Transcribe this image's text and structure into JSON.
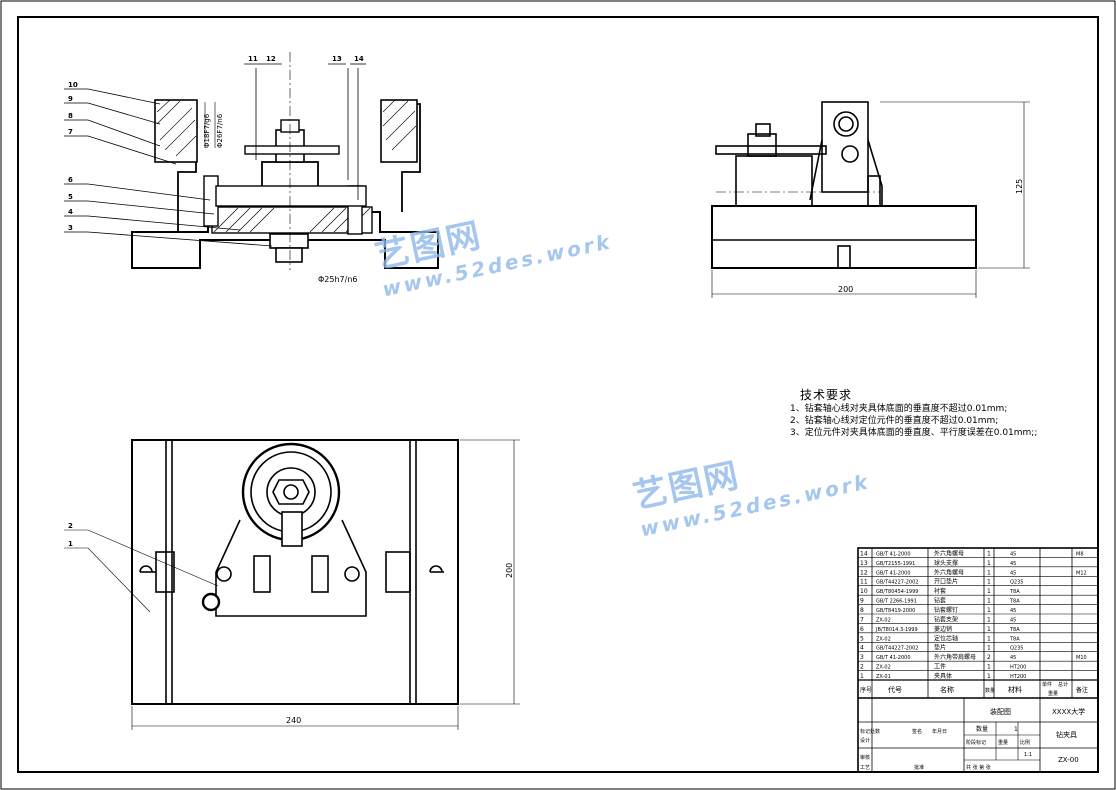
{
  "dims": {
    "phi25": "Φ25h7/n6",
    "phi18": "Φ18F7/g6",
    "phi26": "Φ26F7/n6",
    "width_side": "200",
    "height_side": "125",
    "height_top": "200",
    "width_top": "240"
  },
  "callouts_front": [
    "10",
    "9",
    "8",
    "7",
    "6",
    "5",
    "4",
    "3"
  ],
  "callouts_top_front": [
    "11",
    "12",
    "13",
    "14"
  ],
  "callouts_plan": [
    "2",
    "1"
  ],
  "requirements": {
    "title": "技术要求",
    "lines": [
      "1、钻套轴心线对夹具体底面的垂直度不超过0.01mm;",
      "2、钻套轴心线对定位元件的垂直度不超过0.01mm;",
      "3、定位元件对夹具体底面的垂直度、平行度误差在0.01mm;;"
    ]
  },
  "watermark": {
    "cn": "艺图网",
    "url": "www.52des.work"
  },
  "bom": [
    {
      "no": "14",
      "code": "GB/T 41-2000",
      "name": "外六角螺母",
      "qty": "1",
      "mat": "45",
      "note": "M8"
    },
    {
      "no": "13",
      "code": "GB/T2155-1991",
      "name": "球头支撑",
      "qty": "1",
      "mat": "45",
      "note": ""
    },
    {
      "no": "12",
      "code": "GB/T 41-2000",
      "name": "外六角螺母",
      "qty": "1",
      "mat": "45",
      "note": "M12"
    },
    {
      "no": "11",
      "code": "GB/T44227-2002",
      "name": "开口垫片",
      "qty": "1",
      "mat": "Q235",
      "note": ""
    },
    {
      "no": "10",
      "code": "GB/T80454-1999",
      "name": "衬套",
      "qty": "1",
      "mat": "T8A",
      "note": ""
    },
    {
      "no": "9",
      "code": "GB/T 2266-1991",
      "name": "钻套",
      "qty": "1",
      "mat": "T8A",
      "note": ""
    },
    {
      "no": "8",
      "code": "GB/T8419-2000",
      "name": "钻套螺钉",
      "qty": "1",
      "mat": "45",
      "note": ""
    },
    {
      "no": "7",
      "code": "ZX-02",
      "name": "钻套支架",
      "qty": "1",
      "mat": "45",
      "note": ""
    },
    {
      "no": "6",
      "code": "JB/T8014.3-1999",
      "name": "菱边销",
      "qty": "1",
      "mat": "T8A",
      "note": ""
    },
    {
      "no": "5",
      "code": "ZX-02",
      "name": "定位芯轴",
      "qty": "1",
      "mat": "T8A",
      "note": ""
    },
    {
      "no": "4",
      "code": "GB/T44227-2002",
      "name": "垫片",
      "qty": "1",
      "mat": "Q235",
      "note": ""
    },
    {
      "no": "3",
      "code": "GB/T 41-2000",
      "name": "外六角带肩螺母",
      "qty": "2",
      "mat": "45",
      "note": "M10"
    },
    {
      "no": "2",
      "code": "ZX-02",
      "name": "工件",
      "qty": "1",
      "mat": "HT200",
      "note": ""
    },
    {
      "no": "1",
      "code": "ZX-01",
      "name": "夹具体",
      "qty": "1",
      "mat": "HT200",
      "note": ""
    }
  ],
  "bom_header": {
    "no": "序号",
    "code": "代号",
    "name": "名称",
    "qty": "数量",
    "mat": "材料",
    "unit": "单件",
    "total": "总计",
    "weight": "重量",
    "note": "备注"
  },
  "title_block": {
    "drawing_type": "装配图",
    "school": "XXXX大学",
    "qty_label": "数量",
    "qty": "1",
    "part_name": "钻夹具",
    "stage_label": "阶段标记",
    "weight_label": "重量",
    "scale_label": "比例",
    "scale": "1:1",
    "code": "ZX-00",
    "rev_row": "标记处数",
    "sign_label": "签名",
    "date_label": "年月日",
    "designer": "设计",
    "checker": "审核",
    "process": "工艺",
    "approve": "批准",
    "sheets": "共  张  第  张"
  }
}
